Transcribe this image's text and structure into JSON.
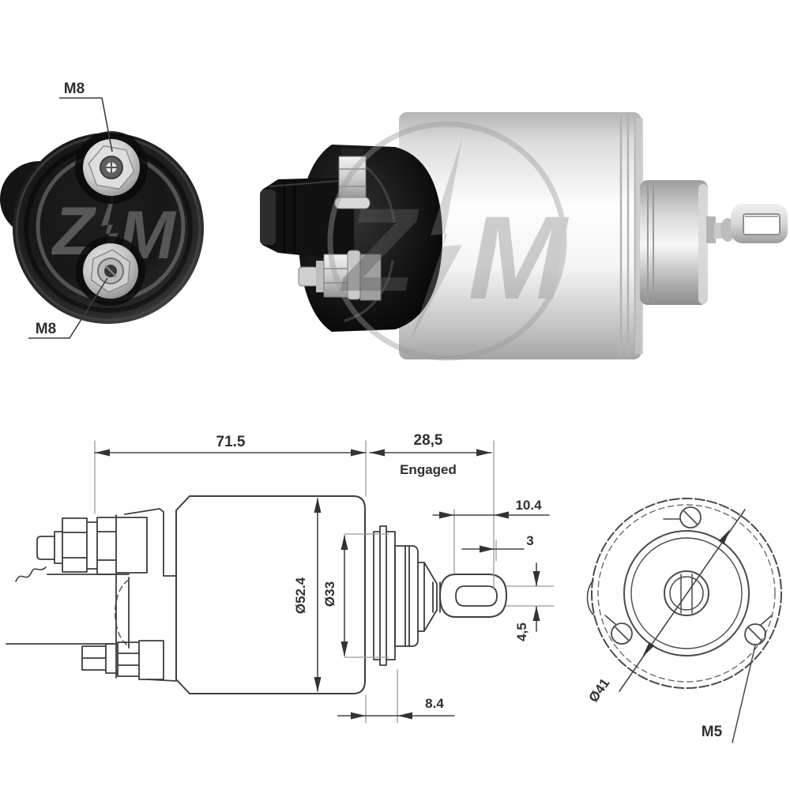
{
  "watermark": {
    "z": "Z",
    "m": "M"
  },
  "front_photo": {
    "top_terminal_label": "M8",
    "bottom_terminal_label": "M8"
  },
  "side_drawing": {
    "overall_length": "71.5",
    "engaged_length": "28,5",
    "engaged_label": "Engaged",
    "plunger_travel": "10.4",
    "tip_thickness": "3",
    "body_diameter": "Ø52.4",
    "collar_diameter": "Ø33",
    "slot_height": "4,5",
    "flange_offset": "8.4"
  },
  "face_drawing": {
    "bolt_circle_diameter": "Ø41",
    "mount_screw_thread": "M5"
  },
  "colors": {
    "line": "#3d3d3d",
    "thin_line": "#9a9a9a",
    "text": "#2f2f2f",
    "chrome_light": "#fdfdfd",
    "chrome_dark": "#a8a8a8",
    "housing_black": "#121212"
  }
}
